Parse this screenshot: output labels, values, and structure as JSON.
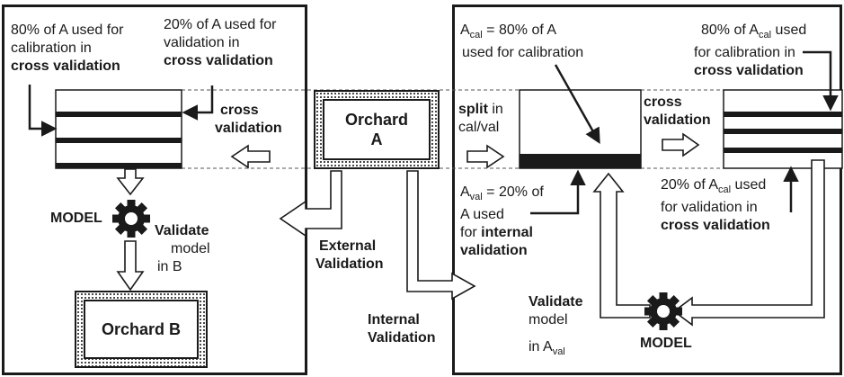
{
  "left_panel": {
    "cal_note_line1": "80% of A used for",
    "cal_note_line2": "calibration in",
    "cal_note_line3": "cross validation",
    "val_note_line1": "20% of A used for",
    "val_note_line2": "validation in",
    "val_note_line3": "cross validation",
    "cv_label_line1": "cross",
    "cv_label_line2": "validation",
    "model_label": "MODEL",
    "validate_line1": "Validate",
    "validate_line2": "model",
    "validate_line3": "in B",
    "orchard_b": "Orchard B"
  },
  "center": {
    "orchard_a_line1": "Orchard",
    "orchard_a_line2": "A",
    "external_line1": "External",
    "external_line2": "Validation",
    "internal_line1": "Internal",
    "internal_line2": "Validation"
  },
  "right_panel": {
    "acal_prefix": "A",
    "acal_sub": "cal",
    "acal_rest": " = 80% of A",
    "acal_line2": "used for calibration",
    "split_word": "split",
    "split_rest": " in",
    "split_line2": "cal/val",
    "cv_line1": "cross",
    "cv_line2": "validation",
    "cal_cv_line1_a": "80% of A",
    "cal_cv_line1_sub": "cal",
    "cal_cv_line1_b": " used",
    "cal_cv_line2": "for calibration in",
    "cal_cv_line3": "cross validation",
    "aval_prefix": "A",
    "aval_sub": "val",
    "aval_rest": " = 20% of",
    "aval_line2": "A used",
    "aval_line3_a": "for ",
    "aval_line3_b": "internal",
    "aval_line4": "validation",
    "val_cv_line1_a": "20% of A",
    "val_cv_line1_sub": "cal",
    "val_cv_line1_b": " used",
    "val_cv_line2": "for validation in",
    "val_cv_line3": "cross validation",
    "validate_line1": "Validate",
    "validate_line2": "model",
    "validate_line3_a": "in A",
    "validate_line3_sub": "val",
    "model_label": "MODEL"
  },
  "icons": [
    "gear-icon",
    "gear-icon"
  ]
}
